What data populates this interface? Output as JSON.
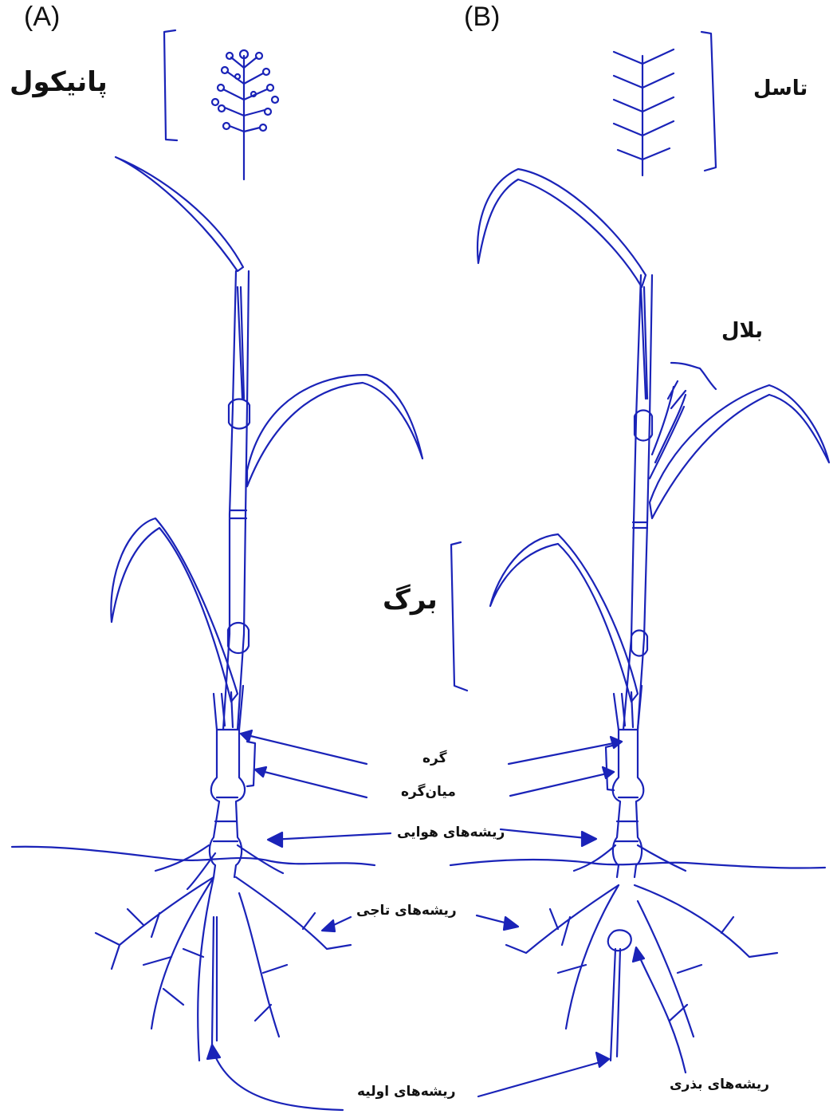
{
  "panels": {
    "a": "(A)",
    "b": "(B)"
  },
  "labels": {
    "panicle": "پانیکول",
    "tassel": "تاسل",
    "silk": "بلال",
    "leaf": "برگ",
    "node": "گره",
    "internode": "میان‌گره",
    "aerial_roots": "ریشه‌های هوایی",
    "crown_roots": "ریشه‌های تاجی",
    "primary_roots": "ریشه‌های اولیه",
    "seminal_roots": "ریشه‌های بذری"
  },
  "colors": {
    "ink": "#1a23b8",
    "text": "#111111"
  }
}
